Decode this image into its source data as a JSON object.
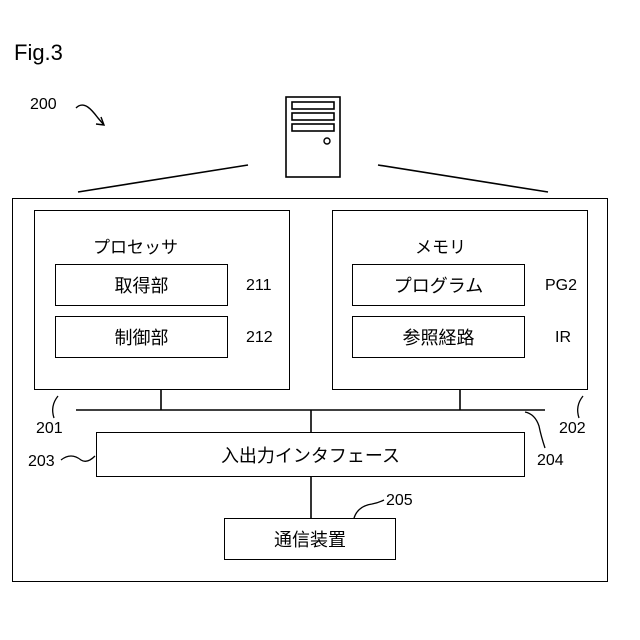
{
  "figure_label": "Fig.3",
  "refs": {
    "device": "200",
    "processor": "201",
    "memory": "202",
    "io_interface": "203",
    "bus": "204",
    "comm_device": "205",
    "acquisition": "211",
    "control": "212",
    "program": "PG2",
    "reference_route": "IR"
  },
  "processor": {
    "title": "プロセッサ",
    "acquisition_label": "取得部",
    "control_label": "制御部"
  },
  "memory": {
    "title": "メモリ",
    "program_label": "プログラム",
    "route_label": "参照経路"
  },
  "io_interface_label": "入出力インタフェース",
  "comm_device_label": "通信装置",
  "icons": [
    "server-tower-icon"
  ]
}
